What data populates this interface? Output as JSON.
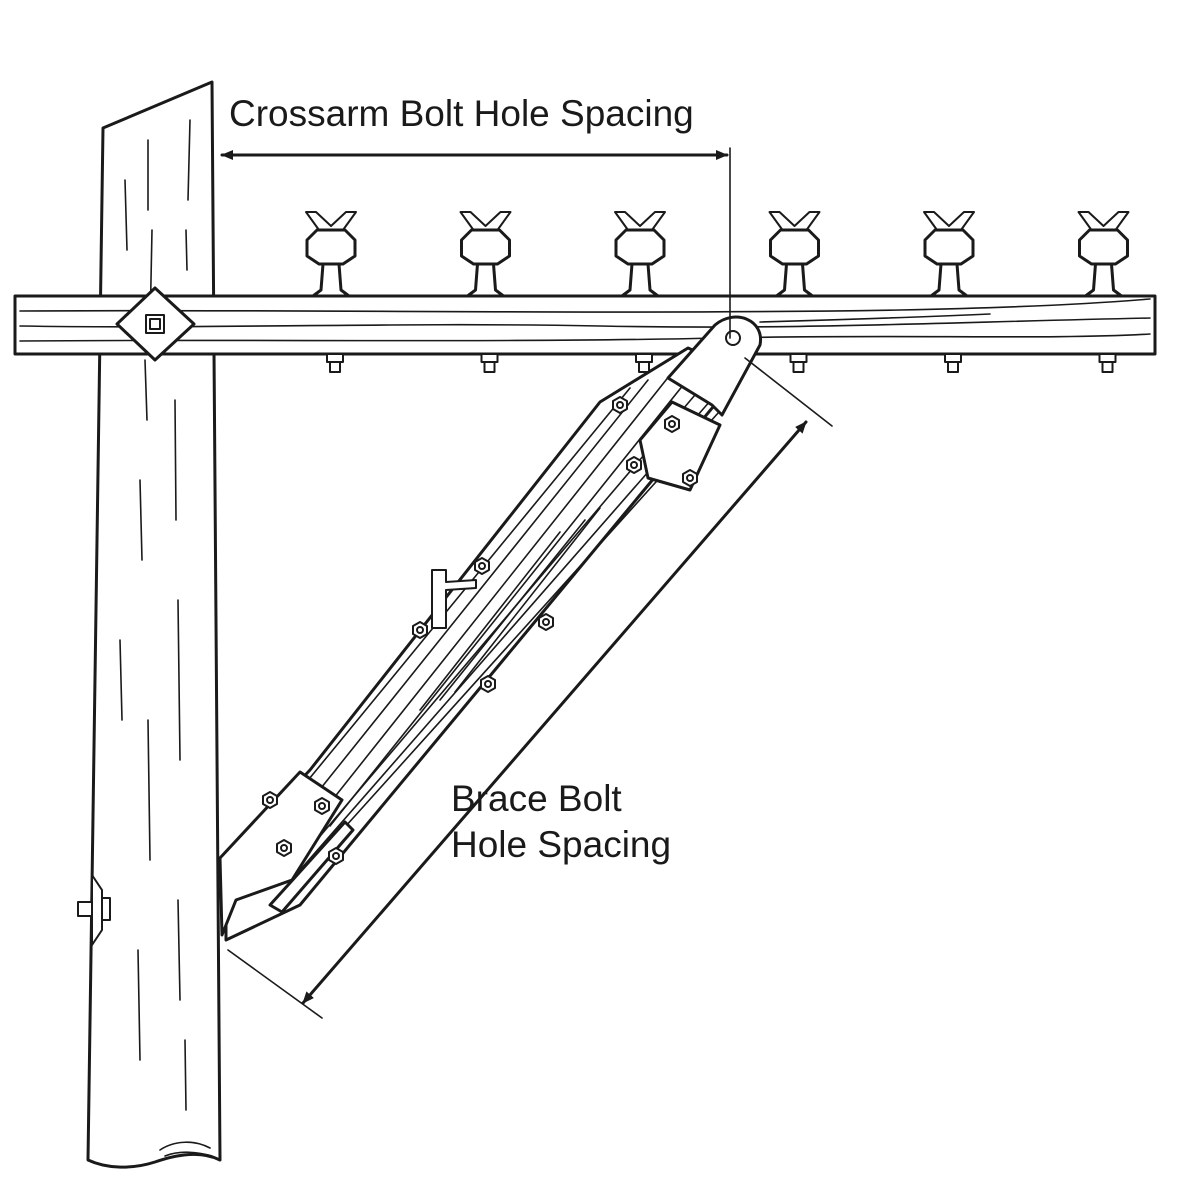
{
  "labels": {
    "crossarm": "Crossarm Bolt Hole Spacing",
    "brace_line1": "Brace Bolt",
    "brace_line2": "Hole Spacing"
  },
  "counts": {
    "insulators": 6
  },
  "colors": {
    "ink": "#1a1a1a",
    "paper": "#ffffff"
  }
}
